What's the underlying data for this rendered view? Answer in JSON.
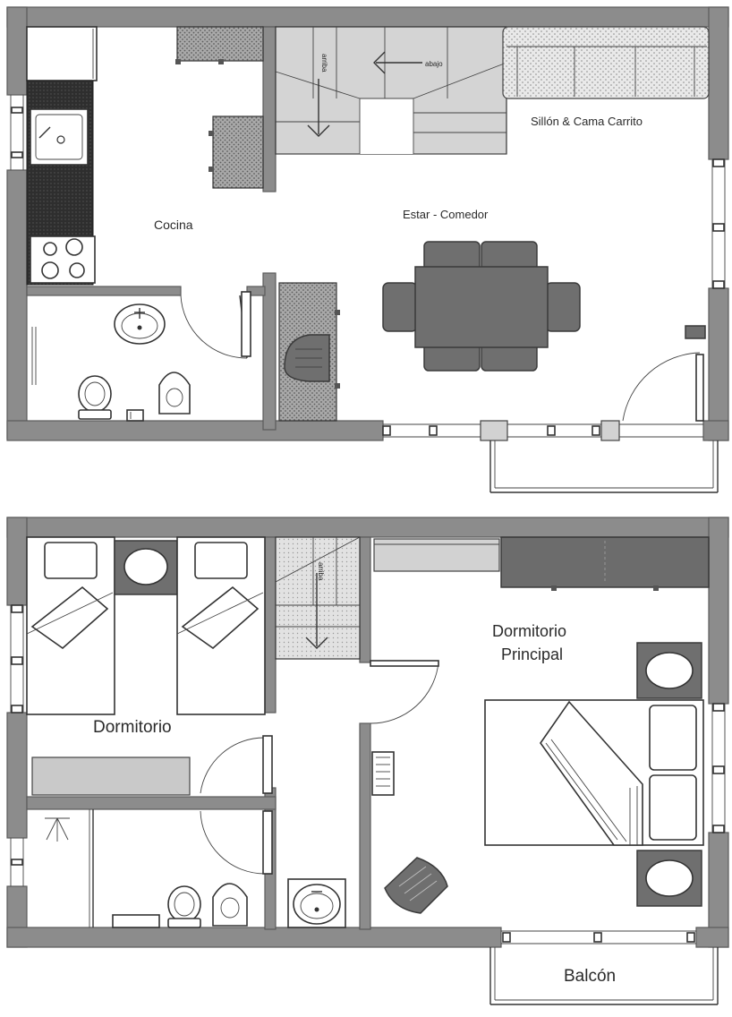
{
  "rooms": {
    "cocina": "Cocina",
    "estar_comedor": "Estar - Comedor",
    "sillon": "Sillón & Cama Carrito",
    "dormitorio": "Dormitorio",
    "dormitorio_principal_1": "Dormitorio",
    "dormitorio_principal_2": "Principal",
    "balcon": "Balcón"
  },
  "stairs": {
    "up_label": "arriba",
    "down_label": "abajo"
  }
}
